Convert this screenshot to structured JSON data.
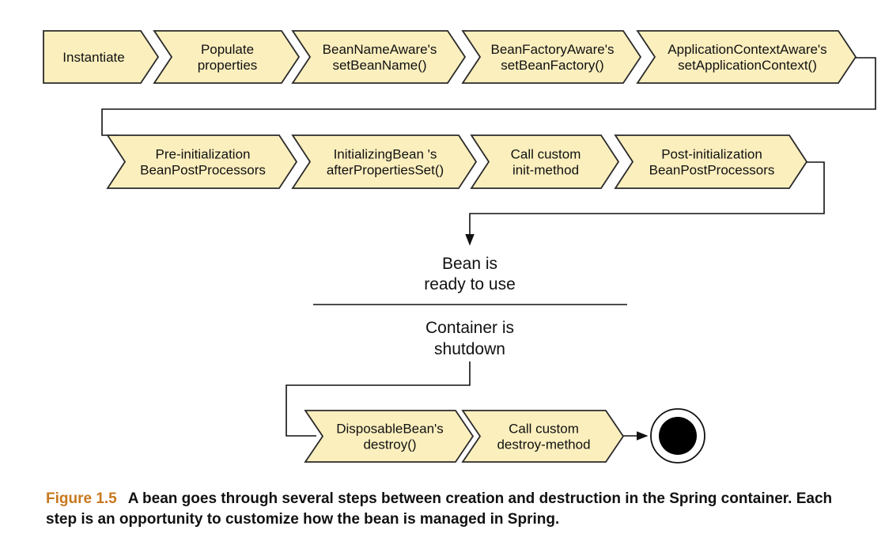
{
  "diagram": {
    "colors": {
      "fill": "#fbefbe",
      "stroke": "#2a2a2a"
    },
    "init_steps_row1": [
      {
        "id": "instantiate",
        "label_lines": [
          "Instantiate"
        ]
      },
      {
        "id": "populate-properties",
        "label_lines": [
          "Populate",
          "properties"
        ]
      },
      {
        "id": "bean-name-aware",
        "label_lines": [
          "BeanNameAware's",
          "setBeanName()"
        ]
      },
      {
        "id": "bean-factory-aware",
        "label_lines": [
          "BeanFactoryAware's",
          "setBeanFactory()"
        ]
      },
      {
        "id": "application-context-aware",
        "label_lines": [
          "ApplicationContextAware's",
          "setApplicationContext()"
        ]
      }
    ],
    "init_steps_row2": [
      {
        "id": "pre-initialization",
        "label_lines": [
          "Pre-initialization",
          "BeanPostProcessors"
        ]
      },
      {
        "id": "initializing-bean",
        "label_lines": [
          "InitializingBean  's",
          "afterPropertiesSet()"
        ]
      },
      {
        "id": "custom-init",
        "label_lines": [
          "Call custom",
          "init-method"
        ]
      },
      {
        "id": "post-initialization",
        "label_lines": [
          "Post-initialization",
          "BeanPostProcessors"
        ]
      }
    ],
    "ready_state": {
      "label_lines": [
        "Bean is",
        "ready to use"
      ]
    },
    "shutdown_state": {
      "label_lines": [
        "Container is",
        "shutdown"
      ]
    },
    "destroy_steps": [
      {
        "id": "disposable-bean",
        "label_lines": [
          "DisposableBean's",
          "destroy()"
        ]
      },
      {
        "id": "custom-destroy",
        "label_lines": [
          "Call custom",
          "destroy-method"
        ]
      }
    ]
  },
  "caption": {
    "figure_number": "Figure 1.5",
    "text": "A bean goes through several steps between creation and destruction in the Spring container. Each step is an opportunity to customize how the bean is managed in Spring."
  }
}
